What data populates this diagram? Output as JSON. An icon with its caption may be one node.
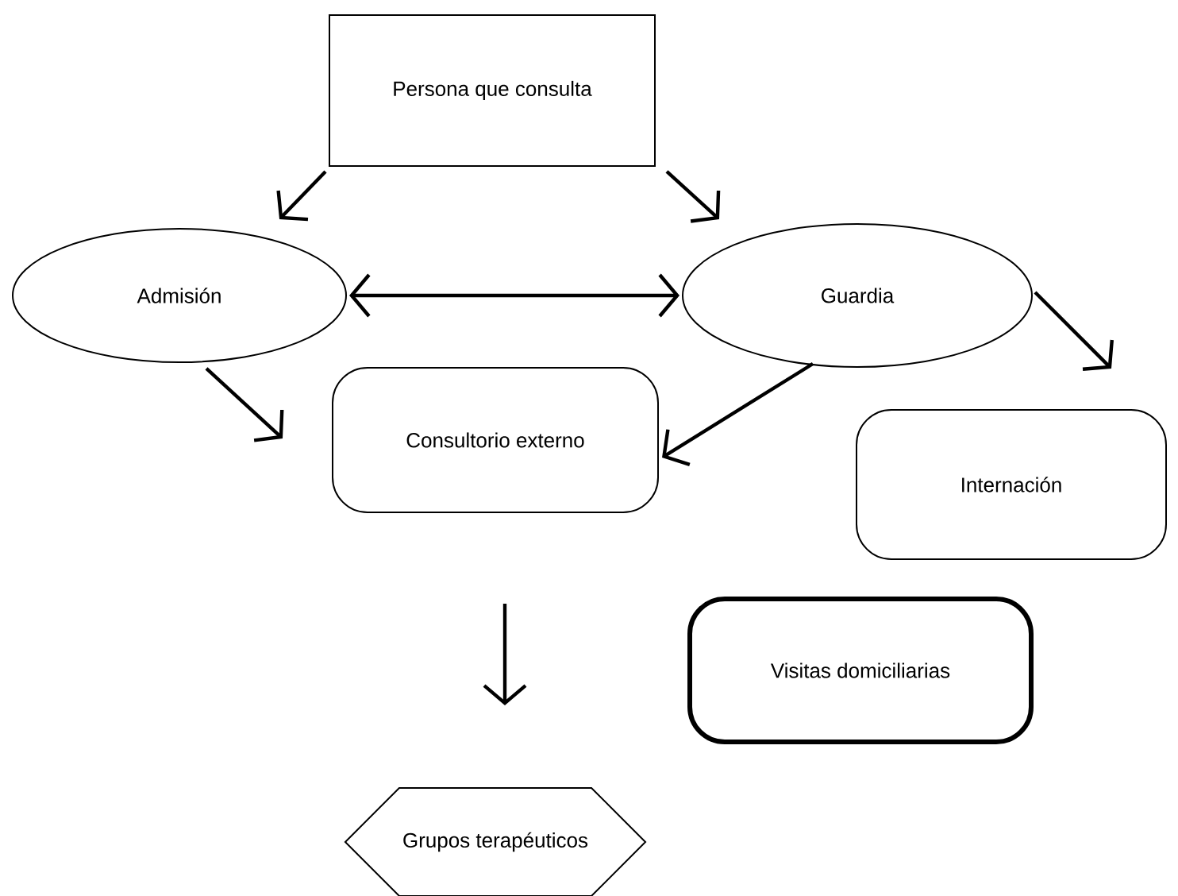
{
  "diagram": {
    "nodes": [
      {
        "text": [
          "Persona que consulta"
        ]
      },
      {
        "text": [
          "Admisión"
        ]
      },
      {
        "text": [
          "Guardia"
        ]
      },
      {
        "text": [
          "Consultorio externo"
        ]
      },
      {
        "text": [
          "Internación"
        ]
      },
      {
        "text": [
          "Visitas domiciliarias"
        ]
      },
      {
        "text": [
          "Grupos terapéuticos"
        ]
      }
    ],
    "edges": [
      {
        "from": 0,
        "to": 1,
        "arrow": "to"
      },
      {
        "from": 0,
        "to": 2,
        "arrow": "to"
      },
      {
        "from": 1,
        "to": 2,
        "arrow": "both"
      },
      {
        "from": 1,
        "to": 3,
        "arrow": "to"
      },
      {
        "from": 2,
        "to": 3,
        "arrow": "to"
      },
      {
        "from": 2,
        "to": 4,
        "arrow": "to"
      },
      {
        "from": 3,
        "to": 6,
        "arrow": "to"
      }
    ]
  }
}
